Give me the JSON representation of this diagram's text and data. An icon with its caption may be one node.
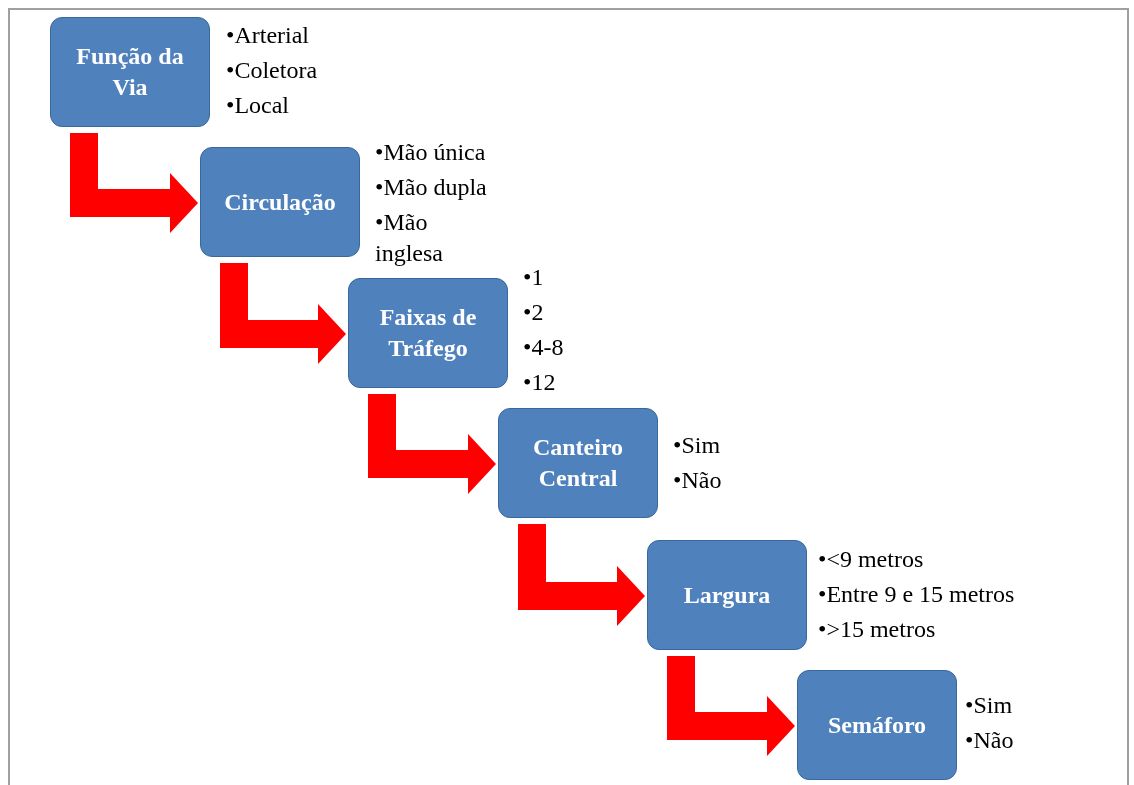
{
  "diagram": {
    "nodes": [
      {
        "text": [
          "Função da Via"
        ],
        "beside": [
          "•Arterial",
          "•Coletora",
          "•Local"
        ]
      },
      {
        "text": [
          "Circulação"
        ],
        "beside": [
          "•Mão única",
          "•Mão dupla",
          "•Mão inglesa"
        ]
      },
      {
        "text": [
          "Faixas de Tráfego"
        ],
        "beside": [
          "•1",
          "•2",
          "•4-8",
          "•12"
        ]
      },
      {
        "text": [
          "Canteiro Central"
        ],
        "beside": [
          "•Sim",
          "•Não"
        ]
      },
      {
        "text": [
          "Largura"
        ],
        "beside": [
          "•<9 metros",
          "•Entre 9 e 15 metros",
          "•>15 metros"
        ]
      },
      {
        "text": [
          "Semáforo"
        ],
        "beside": [
          "•Sim",
          "•Não"
        ]
      }
    ],
    "edges": [
      {
        "from": 0,
        "to": 1,
        "arrow": "to"
      },
      {
        "from": 1,
        "to": 2,
        "arrow": "to"
      },
      {
        "from": 2,
        "to": 3,
        "arrow": "to"
      },
      {
        "from": 3,
        "to": 4,
        "arrow": "to"
      },
      {
        "from": 4,
        "to": 5,
        "arrow": "to"
      }
    ]
  }
}
